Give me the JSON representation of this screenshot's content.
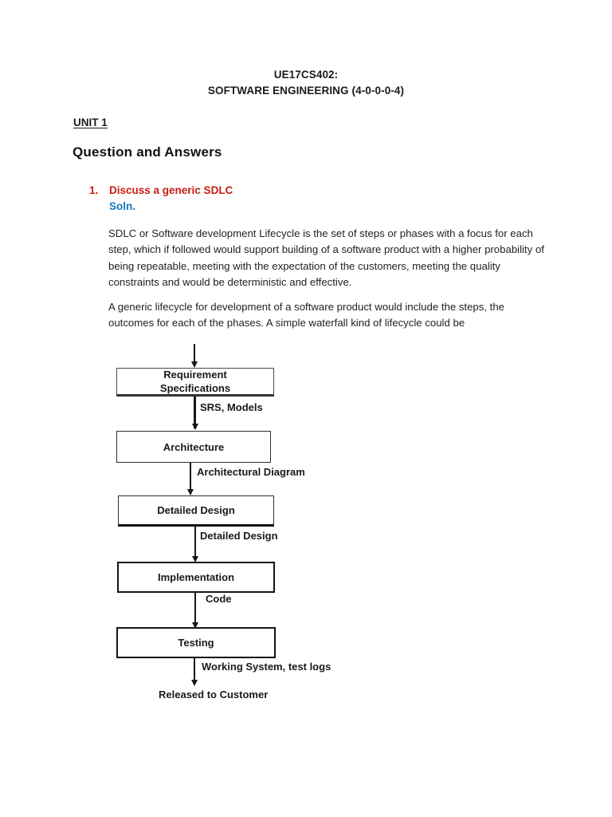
{
  "document": {
    "course_code": "UE17CS402:",
    "course_title": "SOFTWARE ENGINEERING (4-0-0-0-4)",
    "unit_heading": "UNIT 1",
    "section_heading": "Question and Answers"
  },
  "question": {
    "number": "1.",
    "title": "Discuss a generic SDLC",
    "solution_label": "Soln.",
    "paragraph1": "SDLC or Software development Lifecycle is the set of steps or phases with a focus for each step, which if followed would support building of a software product with a higher probability of being repeatable, meeting with the expectation of the customers, meeting the quality constraints and would be deterministic and effective.",
    "paragraph2": "A generic lifecycle for development of a software product would include the steps, the outcomes for each of the phases. A simple waterfall kind of lifecycle could be"
  },
  "flowchart": {
    "boxes": [
      {
        "label": "Requirement Specifications"
      },
      {
        "label": "Architecture"
      },
      {
        "label": "Detailed Design"
      },
      {
        "label": "Implementation"
      },
      {
        "label": "Testing"
      }
    ],
    "outputs": [
      {
        "label": "SRS, Models"
      },
      {
        "label": "Architectural Diagram"
      },
      {
        "label": "Detailed Design"
      },
      {
        "label": "Code"
      },
      {
        "label": "Working System, test logs"
      }
    ],
    "terminal": "Released to Customer"
  },
  "colors": {
    "question_red": "#c81e14",
    "solution_blue": "#1878c0"
  }
}
